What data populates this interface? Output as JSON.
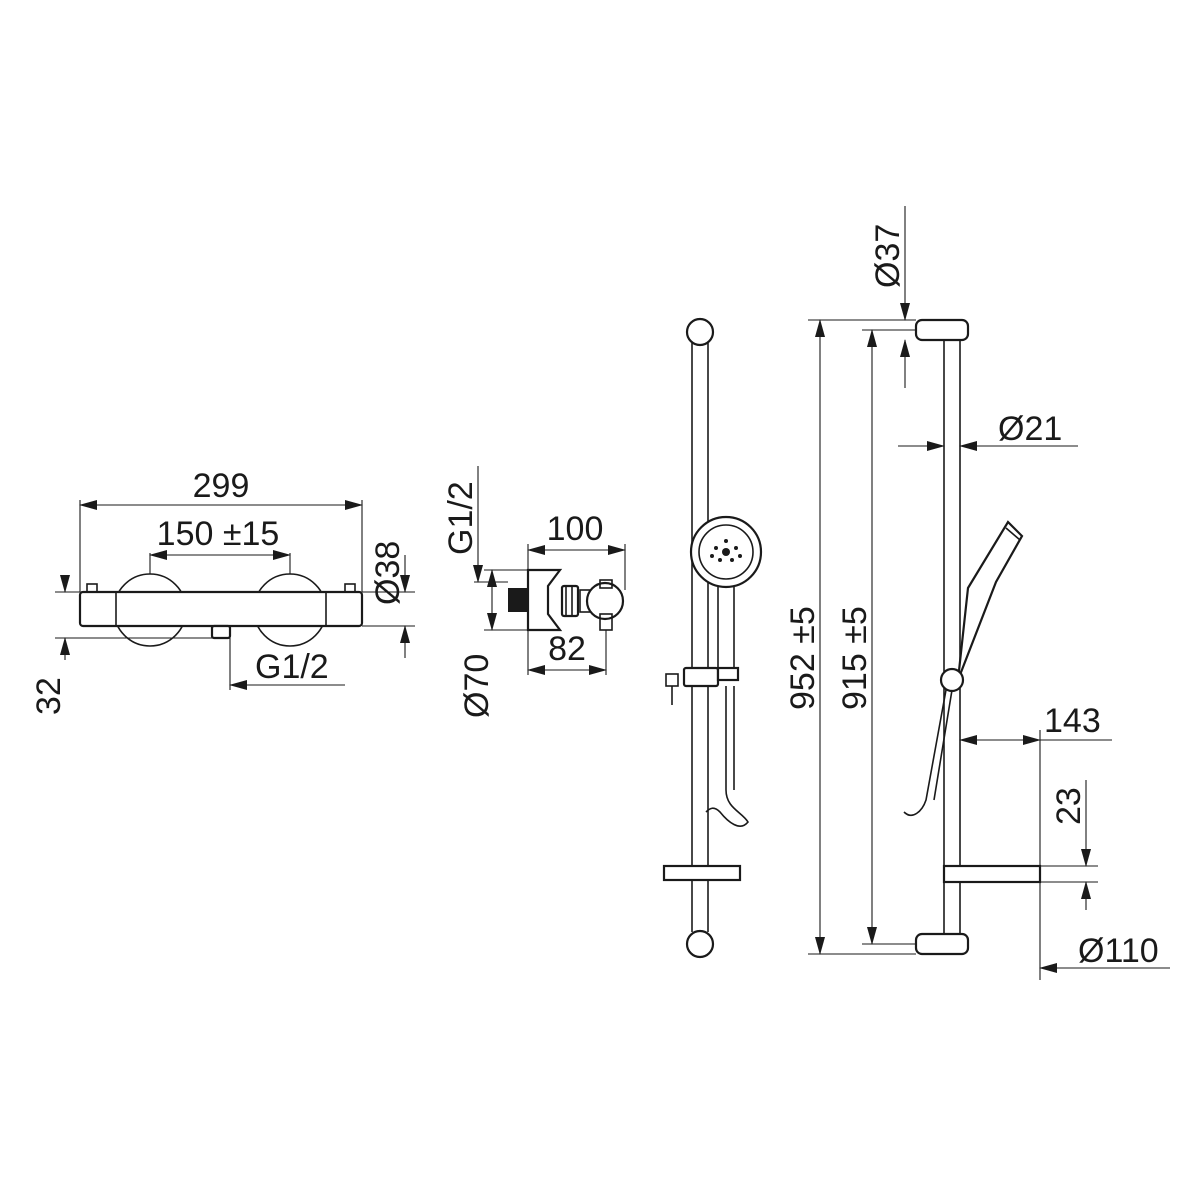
{
  "dimensions": {
    "mixer_width": "299",
    "mixer_centers": "150 ±15",
    "mixer_diameter": "Ø38",
    "mixer_outlet": "G1/2",
    "mixer_height": "32",
    "connector_thread": "G1/2",
    "connector_depth": "100",
    "connector_body": "82",
    "connector_diameter": "Ø70",
    "top_diameter": "Ø37",
    "rail_diameter": "Ø21",
    "rail_total_length": "952 ±5",
    "rail_center_length": "915 ±5",
    "shelf_depth": "143",
    "shelf_height": "23",
    "shelf_diameter": "Ø110"
  }
}
